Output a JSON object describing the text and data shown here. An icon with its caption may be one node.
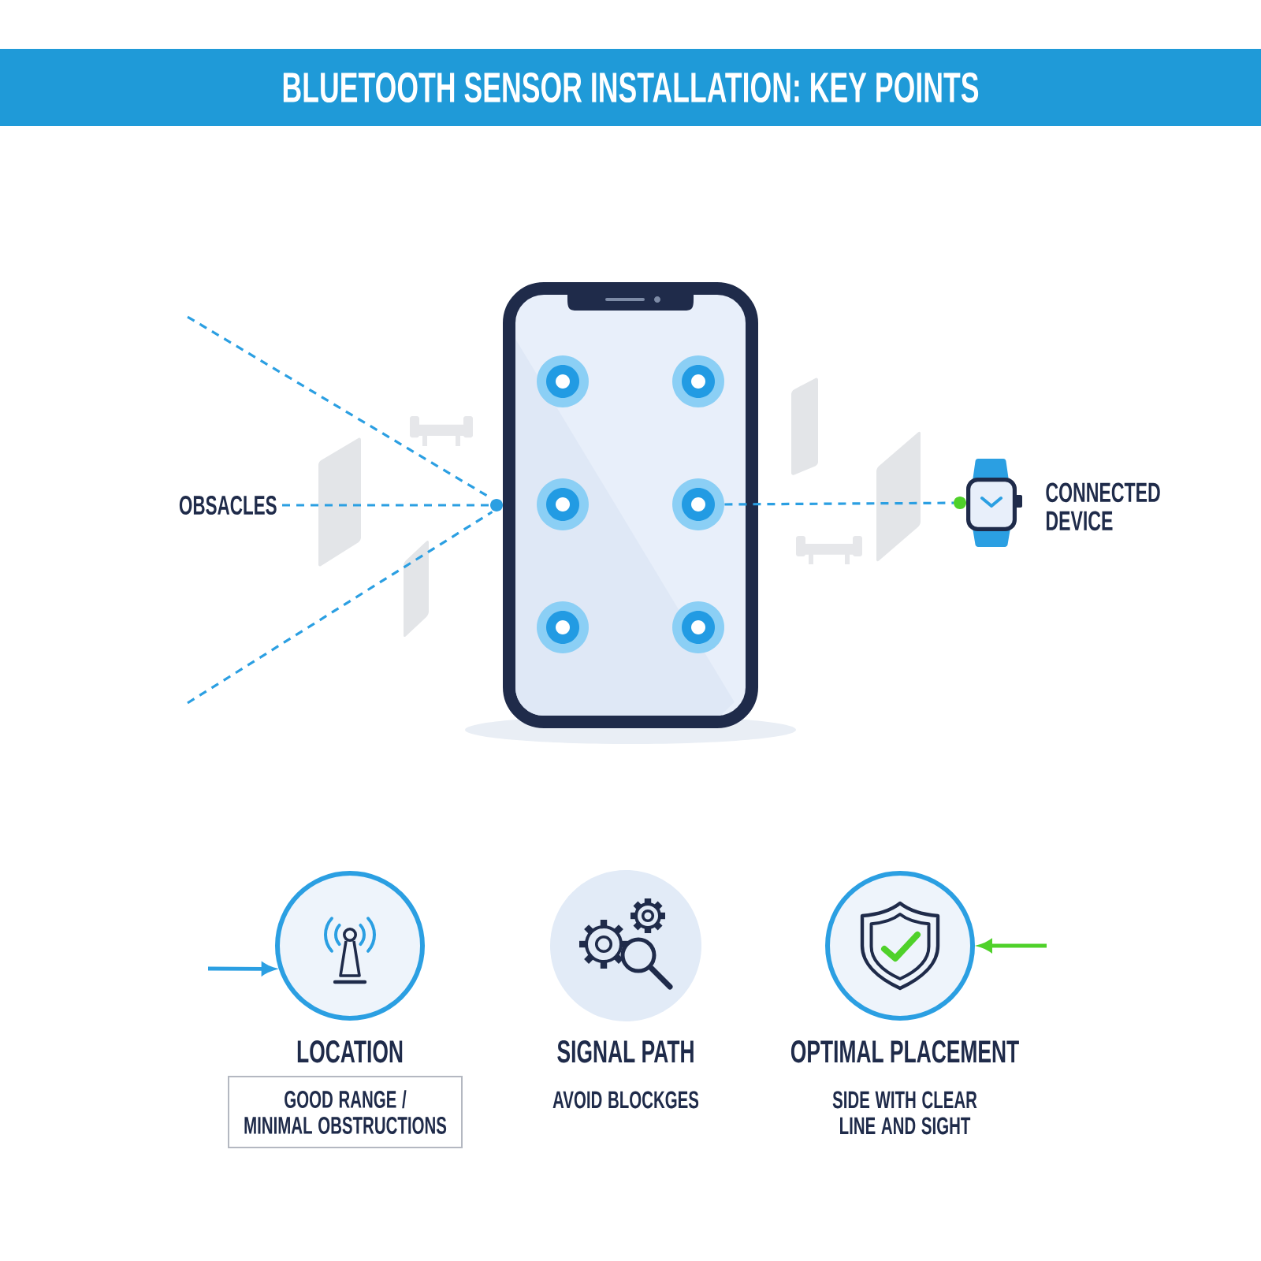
{
  "diagram": {
    "title": "BLUETOOTH SENSOR INSTALLATION: KEY POINTS",
    "nodes": [
      {
        "text": [
          "OBSACLES"
        ]
      },
      {
        "text": [],
        "shape": "picture"
      },
      {
        "text": [],
        "shape": "circle",
        "in": 1
      },
      {
        "text": [],
        "shape": "circle",
        "in": 1
      },
      {
        "text": [],
        "shape": "circle",
        "in": 1
      },
      {
        "text": [],
        "shape": "circle",
        "in": 1
      },
      {
        "text": [],
        "shape": "circle",
        "in": 1
      },
      {
        "text": [],
        "shape": "circle",
        "in": 1
      },
      {
        "text": [],
        "shape": "picture",
        "beside": [
          "CONNECTED DEVICE"
        ]
      },
      {
        "text": [
          "LOCATION"
        ]
      },
      {
        "text": [
          "GOOD RANGE / MINIMAL OBSTRUCTIONS"
        ]
      },
      {
        "text": [
          "SIGNAL PATH",
          "AVOID BLOCKGES"
        ]
      },
      {
        "text": [
          "OPTIMAL PLACEMENT",
          "SIDE WITH CLEAR LINE AND SIGHT"
        ]
      }
    ],
    "edges": [
      {
        "from": null,
        "to": 1,
        "arrow": "none",
        "style": "dashed"
      },
      {
        "from": 0,
        "to": 1,
        "arrow": "other",
        "style": "dashed"
      },
      {
        "from": null,
        "to": 1,
        "arrow": "none",
        "style": "dashed"
      },
      {
        "from": 5,
        "to": 8,
        "arrow": "other",
        "style": "dashed"
      },
      {
        "from": null,
        "to": 9,
        "arrow": "to"
      },
      {
        "from": null,
        "to": 12,
        "arrow": "to",
        "color": "#4fd12a"
      }
    ]
  }
}
